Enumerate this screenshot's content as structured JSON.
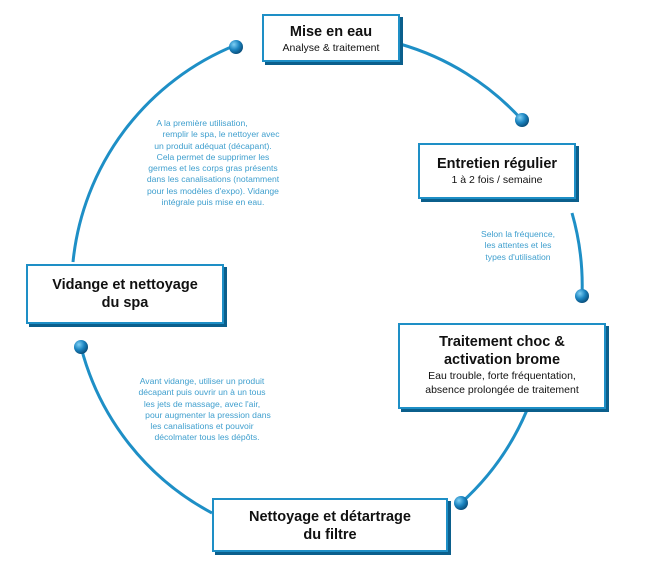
{
  "steps": [
    {
      "title": "Mise en eau",
      "subtitle": "Analyse & traitement"
    },
    {
      "title": "Entretien régulier",
      "subtitle": "1 à 2 fois / semaine"
    },
    {
      "title_lines": [
        "Traitement choc &",
        "activation brome"
      ],
      "subtitle_lines": [
        "Eau trouble, forte fréquentation,",
        "absence prolongée de traitement"
      ]
    },
    {
      "title_lines": [
        "Nettoyage et détartrage",
        "du filtre"
      ]
    },
    {
      "title_lines": [
        "Vidange et nettoyage",
        "du spa"
      ]
    }
  ],
  "notes": [
    {
      "lines": [
        "A la première utilisation,",
        "remplir le spa, le nettoyer avec",
        "un produit adéquat (décapant).",
        "Cela permet de supprimer les",
        "germes et les corps gras présents",
        "dans les canalisations (notamment",
        "pour les modèles d'expo). Vidange",
        "intégrale puis mise en eau."
      ]
    },
    {
      "lines": [
        "Selon la fréquence,",
        "les attentes et les",
        "types d'utilisation"
      ]
    },
    {
      "lines": [
        "Avant vidange, utiliser un produit",
        "décapant puis ouvrir un à un tous",
        "les jets de massage, avec l'air,",
        "pour augmenter la pression dans",
        "les canalisations et pouvoir",
        "décolmater tous les dépôts."
      ]
    }
  ],
  "colors": {
    "accent": "#1e8fc6",
    "shadow": "#0b5f8c",
    "note_text": "#3f9fce",
    "dot_dark": "#0a5d8f"
  }
}
